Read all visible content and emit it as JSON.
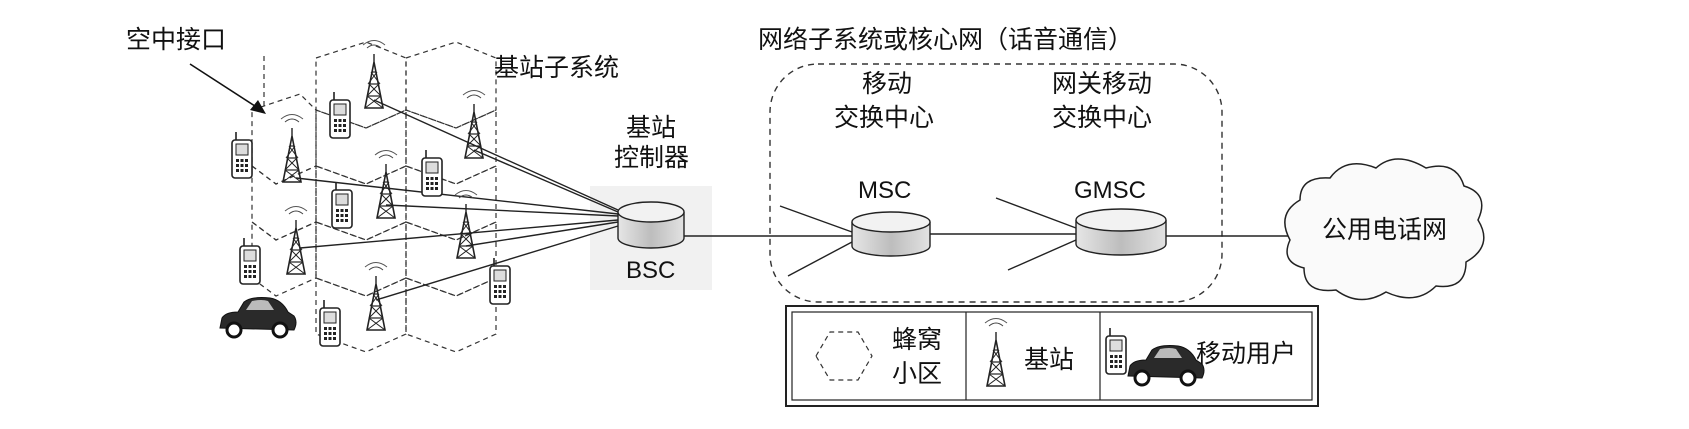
{
  "labels": {
    "air_interface": "空中接口",
    "bss": "基站子系统",
    "core_network": "网络子系统或核心网（话音通信）",
    "bsc_line1": "基站",
    "bsc_line2": "控制器",
    "bsc_abbr": "BSC",
    "msc_line1": "移动",
    "msc_line2": "交换中心",
    "msc_abbr": "MSC",
    "gmsc_line1": "网关移动",
    "gmsc_line2": "交换中心",
    "gmsc_abbr": "GMSC",
    "pstn": "公用电话网"
  },
  "legend": {
    "cell_line1": "蜂窝",
    "cell_line2": "小区",
    "base_station": "基站",
    "mobile_user": "移动用户"
  },
  "colors": {
    "ink": "#222222",
    "cylinder_top": "#f2f2f2",
    "cylinder_side": "#cfcfcf"
  },
  "icons": [
    "tower-icon",
    "phone-icon",
    "car-icon",
    "cylinder-node-icon",
    "cloud-icon",
    "hexagon-icon"
  ]
}
